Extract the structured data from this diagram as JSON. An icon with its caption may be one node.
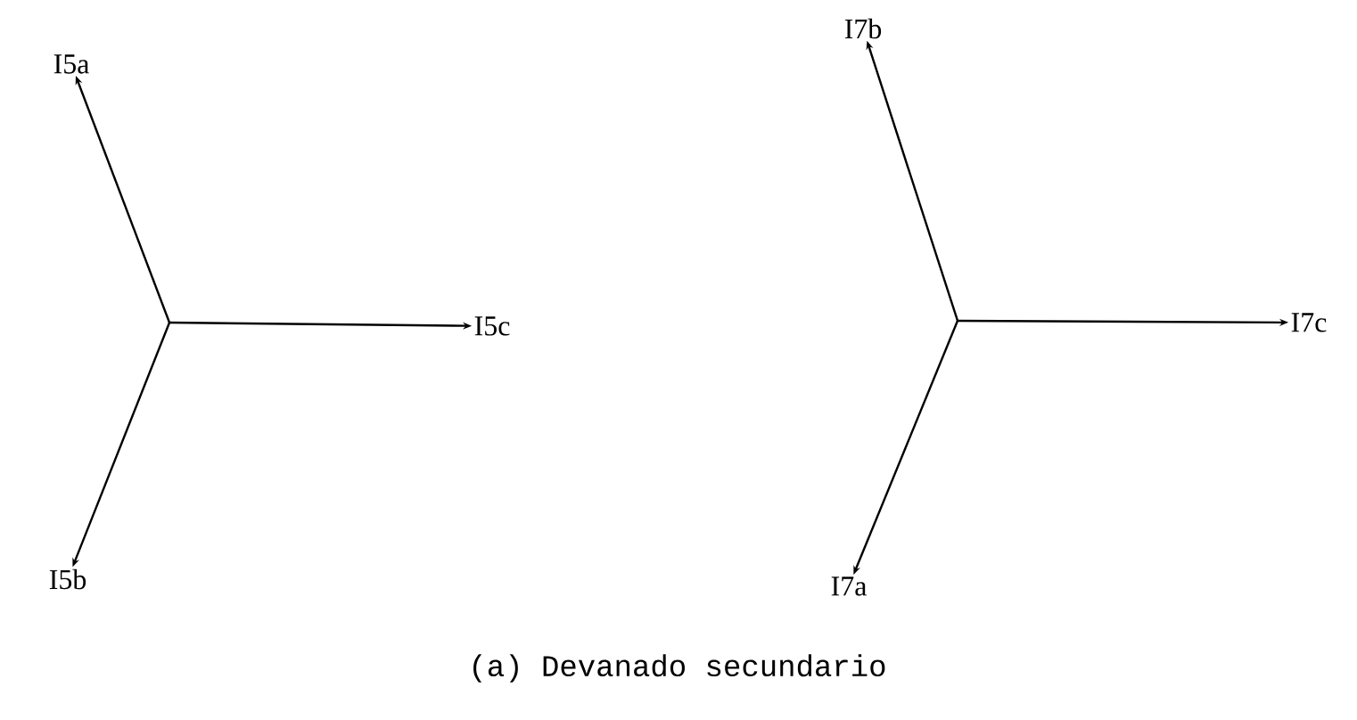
{
  "diagram": {
    "caption": "(a) Devanado secundario",
    "nodes": [
      {
        "text": [
          "I5a"
        ]
      },
      {
        "text": [
          "I5c"
        ]
      },
      {
        "text": [
          "I5b"
        ]
      },
      {
        "text": [
          "I7b"
        ]
      },
      {
        "text": [
          "I7c"
        ]
      },
      {
        "text": [
          "I7a"
        ]
      }
    ],
    "edges": [
      {
        "from": null,
        "to": 0,
        "arrow": "to"
      },
      {
        "from": null,
        "to": 1,
        "arrow": "to"
      },
      {
        "from": null,
        "to": 2,
        "arrow": "to"
      },
      {
        "from": null,
        "to": 3,
        "arrow": "to"
      },
      {
        "from": null,
        "to": 4,
        "arrow": "to"
      },
      {
        "from": null,
        "to": 5,
        "arrow": "to"
      }
    ]
  }
}
